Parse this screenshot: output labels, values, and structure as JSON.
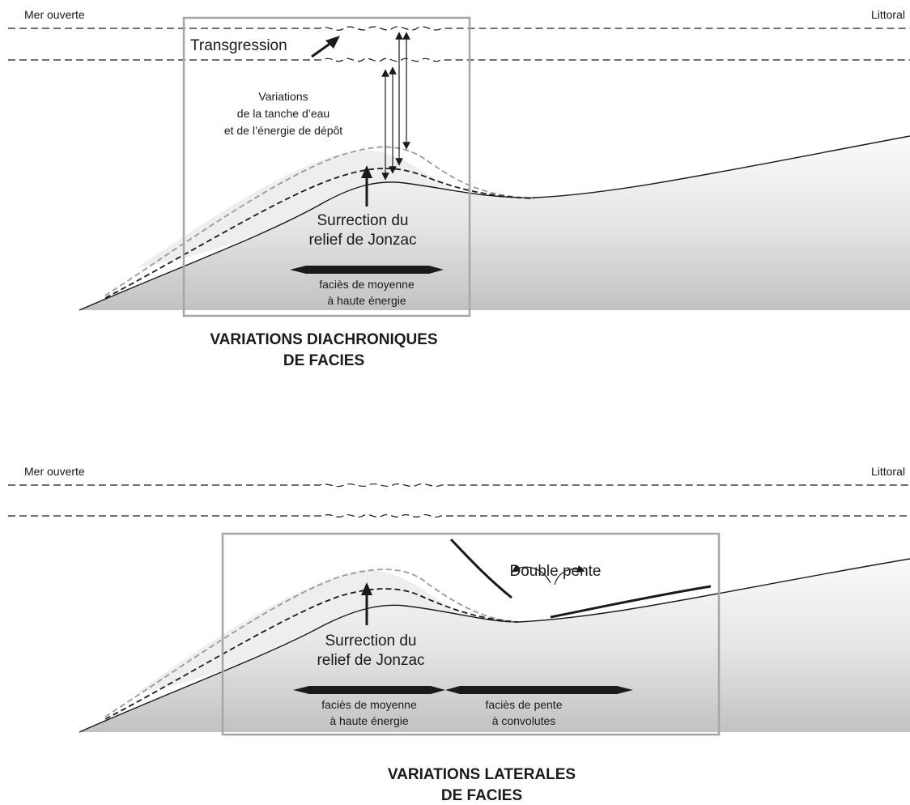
{
  "top_panel": {
    "left_label": "Mer ouverte",
    "right_label": "Littoral",
    "transgression": "Transgression",
    "variations_line1": "Variations",
    "variations_line2": "de la tanche d’eau",
    "variations_line3": "et de l’énergie de dépôt",
    "uplift_line1": "Surrection du",
    "uplift_line2": "relief de Jonzac",
    "facies_line1": "faciès de moyenne",
    "facies_line2": "à haute énergie",
    "title_line1": "VARIATIONS DIACHRONIQUES",
    "title_line2": "DE FACIES"
  },
  "bottom_panel": {
    "left_label": "Mer ouverte",
    "right_label": "Littoral",
    "double_slope": "Double pente",
    "uplift_line1": "Surrection du",
    "uplift_line2": "relief de Jonzac",
    "facies1_line1": "faciès de moyenne",
    "facies1_line2": "à haute énergie",
    "facies2_line1": "faciès de pente",
    "facies2_line2": "à convolutes",
    "title_line1": "VARIATIONS LATERALES",
    "title_line2": "DE FACIES"
  },
  "colors": {
    "ink": "#1a1a1a",
    "frame": "#a6a6a6",
    "dashed_grey": "#9a9a9a",
    "terrain_light": "#f4f4f4",
    "terrain_dark": "#b8b8b8"
  }
}
